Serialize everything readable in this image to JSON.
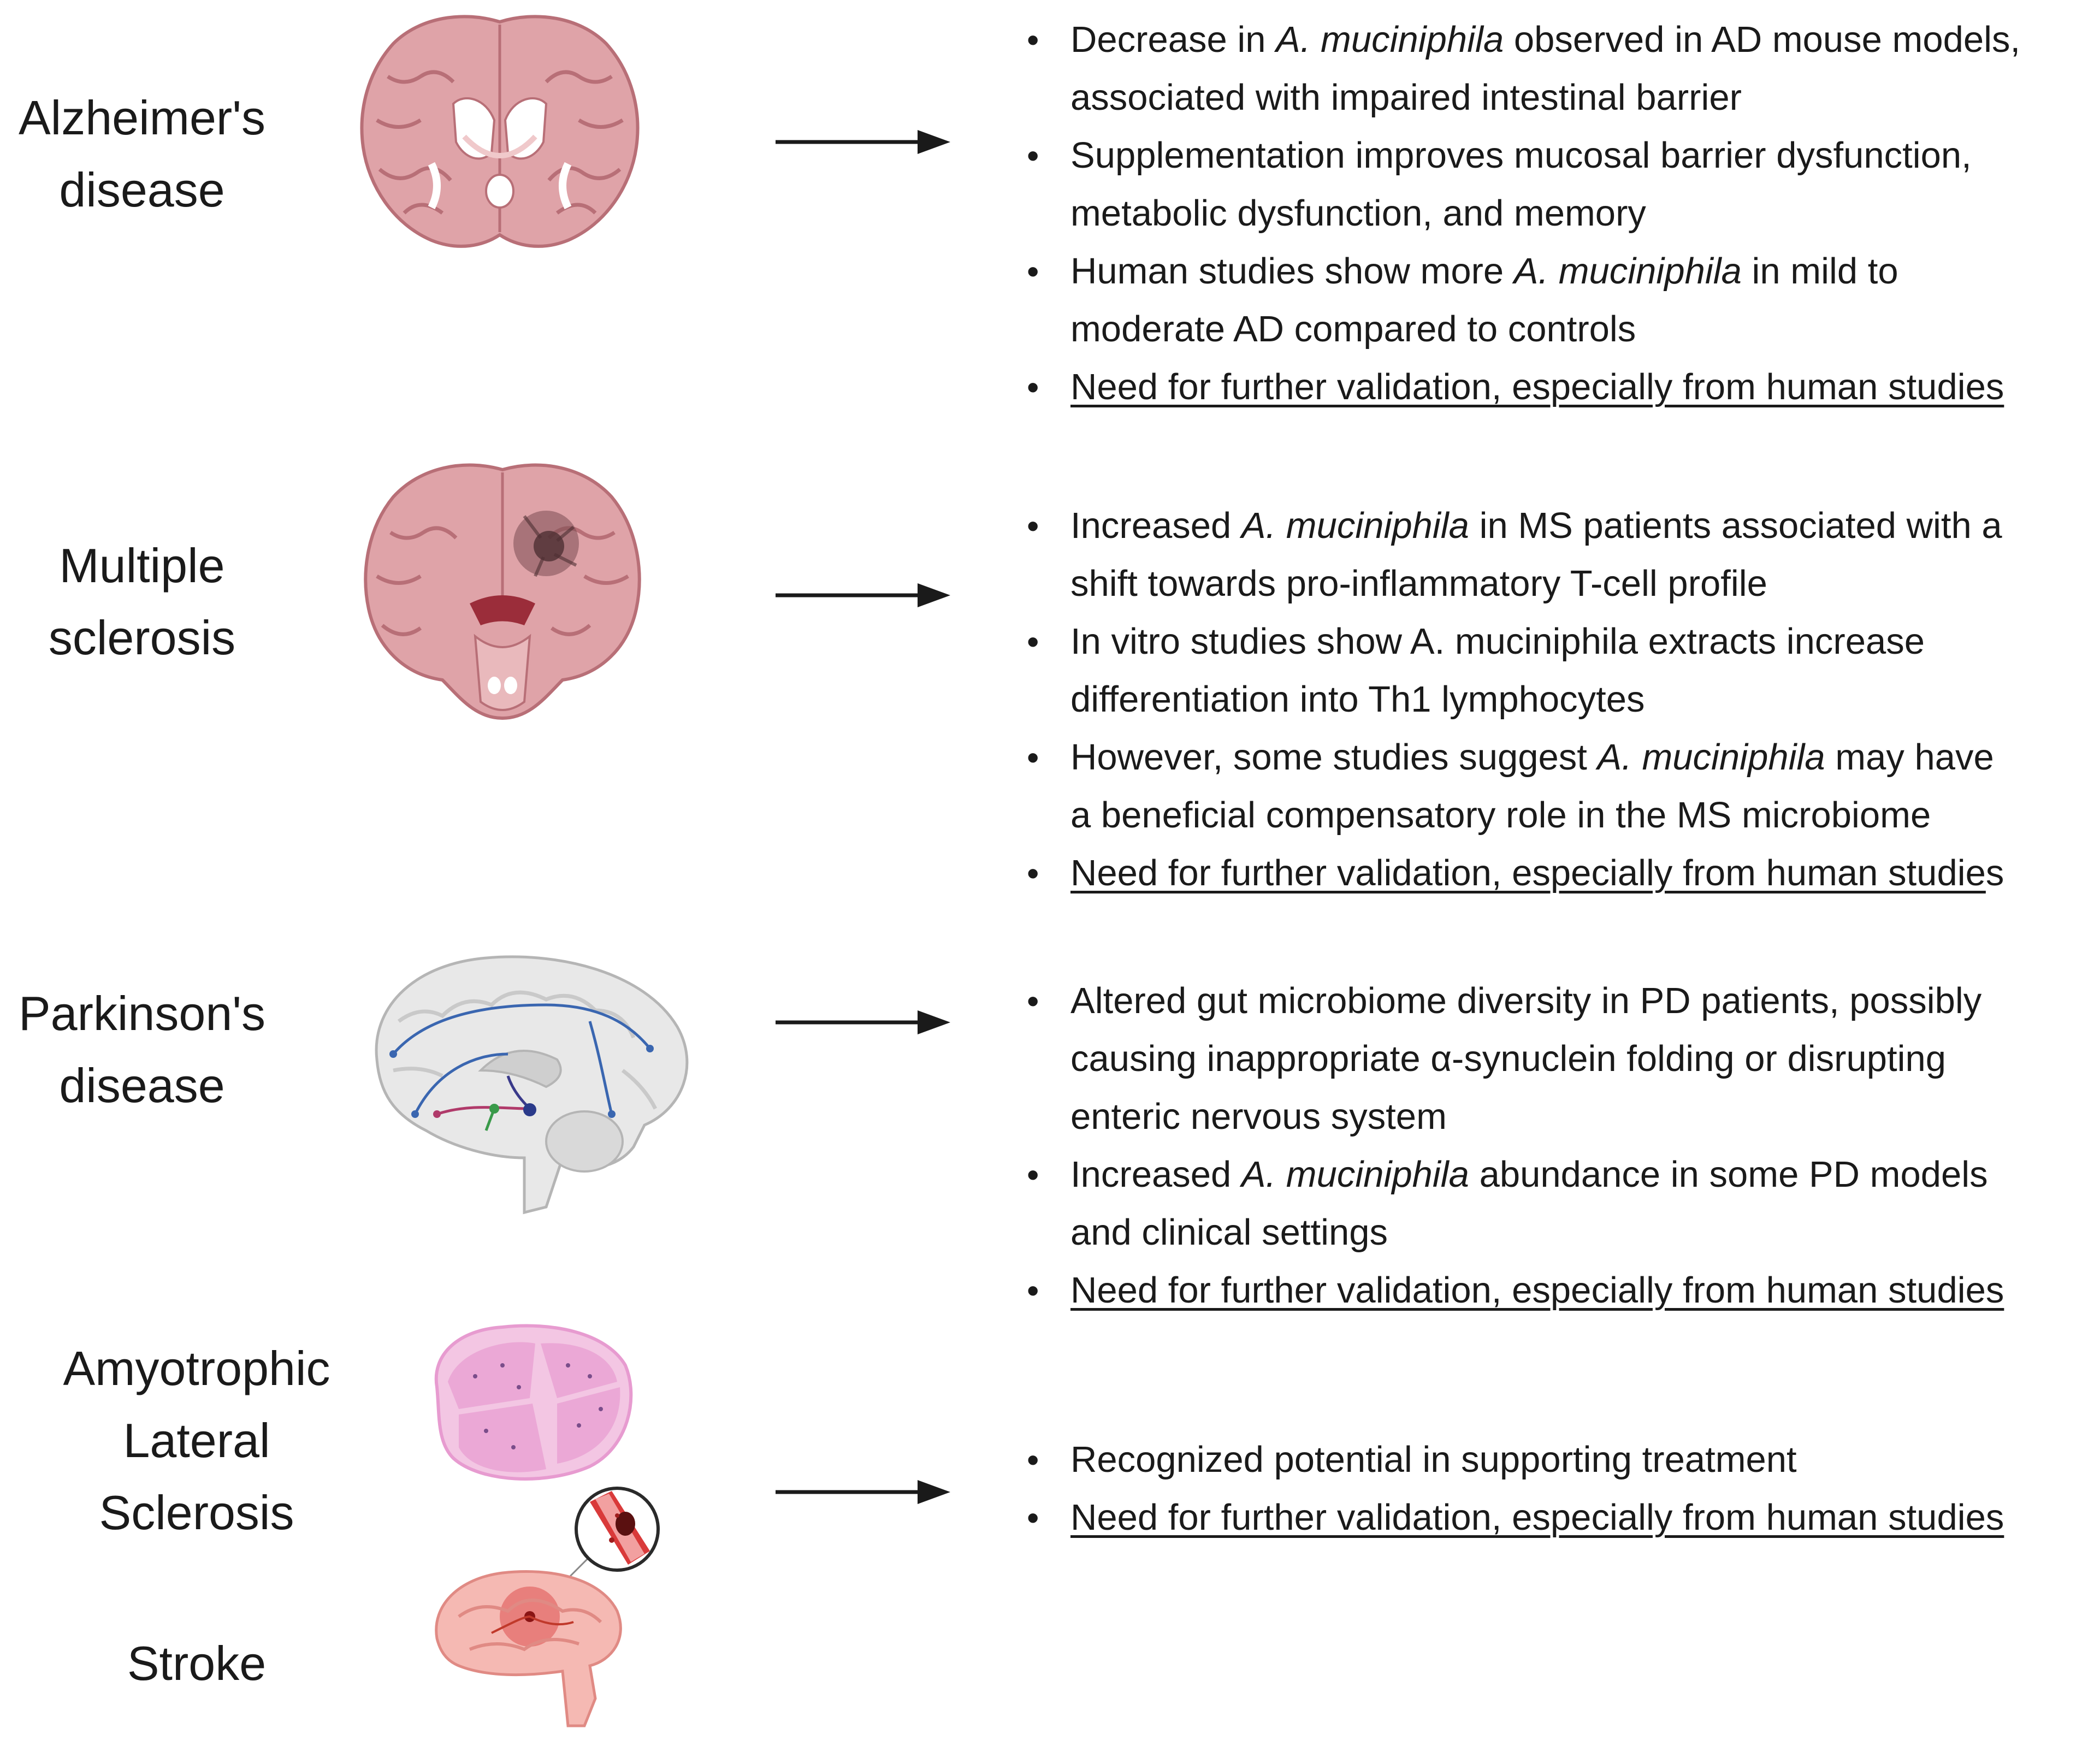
{
  "diseases": {
    "ad": {
      "label_lines": [
        "Alzheimer's",
        "disease"
      ],
      "illustration": "brain-coronal-section-icon",
      "bullets": [
        {
          "lines": [
            [
              {
                "t": "Decrease in "
              },
              {
                "t": "A. muciniphila",
                "i": true
              },
              {
                "t": " observed in AD mouse models,"
              }
            ],
            [
              {
                "t": "associated with impaired intestinal barrier"
              }
            ]
          ]
        },
        {
          "lines": [
            [
              {
                "t": "Supplementation improves mucosal barrier dysfunction,"
              }
            ],
            [
              {
                "t": "metabolic dysfunction, and memory"
              }
            ]
          ]
        },
        {
          "lines": [
            [
              {
                "t": "Human studies show more "
              },
              {
                "t": "A. muciniphila",
                "i": true
              },
              {
                "t": " in mild to"
              }
            ],
            [
              {
                "t": "moderate AD compared to controls"
              }
            ]
          ]
        },
        {
          "lines": [
            [
              {
                "t": "Need for further validation, especially from human studies",
                "u": true
              }
            ]
          ]
        }
      ]
    },
    "ms": {
      "label_lines": [
        "Multiple",
        "sclerosis"
      ],
      "illustration": "brain-lesion-coronal-icon",
      "bullets": [
        {
          "lines": [
            [
              {
                "t": "Increased "
              },
              {
                "t": "A. muciniphila",
                "i": true
              },
              {
                "t": " in MS patients associated with a"
              }
            ],
            [
              {
                "t": "shift towards pro-inflammatory T-cell profile"
              }
            ]
          ]
        },
        {
          "lines": [
            [
              {
                "t": "In vitro studies show A. muciniphila extracts increase"
              }
            ],
            [
              {
                "t": "differentiation into Th1 lymphocytes"
              }
            ]
          ]
        },
        {
          "lines": [
            [
              {
                "t": "However, some studies suggest "
              },
              {
                "t": "A. muciniphila",
                "i": true
              },
              {
                "t": " may have"
              }
            ],
            [
              {
                "t": "a beneficial compensatory role in the MS microbiome"
              }
            ]
          ]
        },
        {
          "lines": [
            [
              {
                "t": "Need for further validation, especially from human studie",
                "u": true
              },
              {
                "t": "s"
              }
            ]
          ]
        }
      ]
    },
    "pd": {
      "label_lines": [
        "Parkinson's",
        "disease"
      ],
      "illustration": "brain-sagittal-pathways-icon",
      "bullets": [
        {
          "lines": [
            [
              {
                "t": "Altered gut microbiome diversity in PD patients, possibly"
              }
            ],
            [
              {
                "t": "causing  inappropriate α-synuclein folding or disrupting"
              }
            ],
            [
              {
                "t": "enteric nervous system"
              }
            ]
          ]
        },
        {
          "lines": [
            [
              {
                "t": " Increased "
              },
              {
                "t": "A. muciniphila",
                "i": true
              },
              {
                "t": " abundance in some PD models"
              }
            ],
            [
              {
                "t": "and clinical settings"
              }
            ]
          ]
        },
        {
          "lines": [
            [
              {
                "t": "Need for further validation, especially from human studies",
                "u": true
              }
            ]
          ]
        }
      ]
    },
    "als": {
      "label_lines": [
        "Amyotrophic",
        "Lateral",
        "Sclerosis"
      ],
      "illustration": "muscle-tissue-histology-icon"
    },
    "stroke": {
      "label_lines": [
        "Stroke"
      ],
      "illustration": "brain-stroke-clot-icon",
      "bullets": [
        {
          "lines": [
            [
              {
                "t": "Recognized potential in supporting treatment"
              }
            ]
          ]
        },
        {
          "lines": [
            [
              {
                "t": "Need for further validation, especially from human studies",
                "u": true
              }
            ]
          ]
        }
      ]
    }
  },
  "icons": {
    "arrow": "right-arrow-icon"
  },
  "colors": {
    "brain_fill": "#dfa3a8",
    "brain_dark": "#b86f77",
    "brain_light": "#f0c9cb",
    "sagittal_fill": "#e8e8e8",
    "tissue_pink": "#e79bd0",
    "stroke_red": "#d93a3a",
    "arrow": "#1a1a1a"
  }
}
